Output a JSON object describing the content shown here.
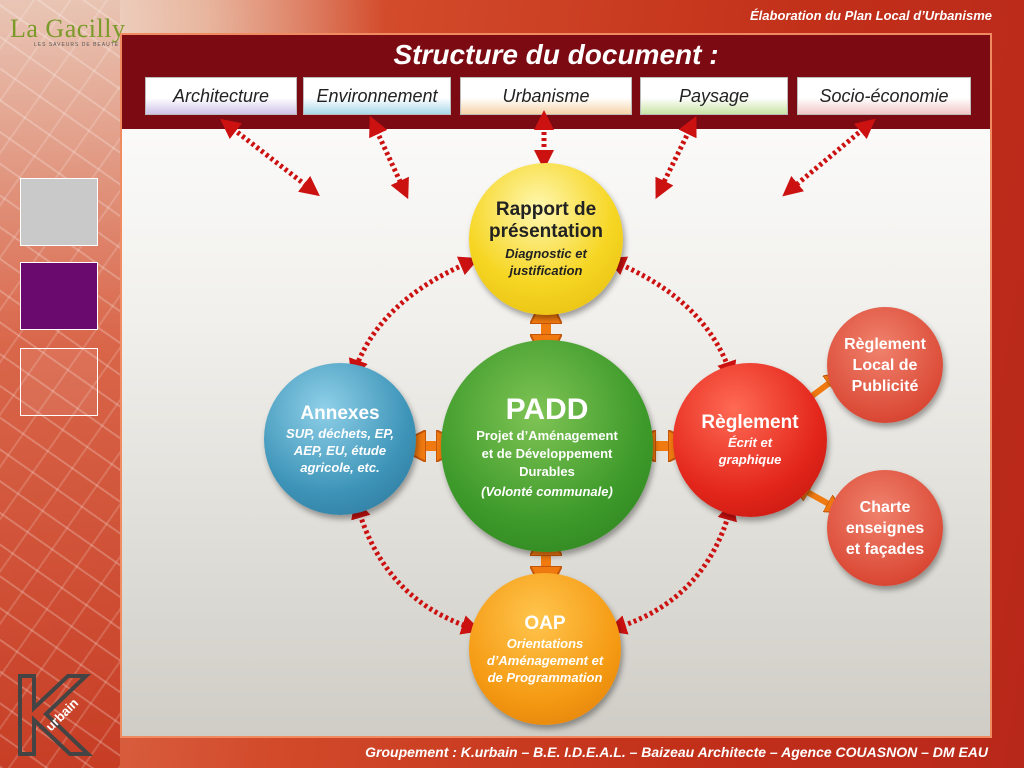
{
  "header": {
    "logo_text": "La Gacilly",
    "logo_tagline": "LES  SAVEURS  DE  BEAUTÉ  DE  BRETAGNE",
    "doc_title": "Élaboration du Plan Local d’Urbanisme"
  },
  "main": {
    "title": "Structure du document :",
    "categories": [
      "Architecture",
      "Environnement",
      "Urbanisme",
      "Paysage",
      "Socio-économie"
    ]
  },
  "nodes": {
    "rapport": {
      "title": "Rapport de présentation",
      "subtitle": "Diagnostic et justification"
    },
    "padd": {
      "title": "PADD",
      "line1": "Projet d’Aménagement",
      "line2": "et de Développement",
      "line3": "Durables",
      "note": "(Volonté communale)"
    },
    "annexes": {
      "title": "Annexes",
      "subtitle": "SUP, déchets, EP, AEP, EU, étude agricole, etc."
    },
    "reglement": {
      "title": "Règlement",
      "subtitle": "Écrit et graphique"
    },
    "oap": {
      "title": "OAP",
      "subtitle": "Orientations d’Aménagement et de Programmation"
    },
    "rlp": {
      "title": "Règlement Local de Publicité"
    },
    "charte": {
      "title": "Charte enseignes et façades"
    }
  },
  "logo_mark": {
    "text": "urbain"
  },
  "footer": {
    "text": "Groupement : K.urbain – B.E. I.D.E.A.L. – Baizeau Architecte – Agence COUASNON – DM EAU"
  },
  "colors": {
    "title_bar": "#7c0a12",
    "arrow": "#cc1111",
    "orange_arrow": "#f07a10",
    "rapport": "#f6d623",
    "padd": "#3d9a2a",
    "annexes": "#3d94b8",
    "reglement": "#e3261b",
    "oap": "#f59a13",
    "satellite": "#db4b37"
  }
}
